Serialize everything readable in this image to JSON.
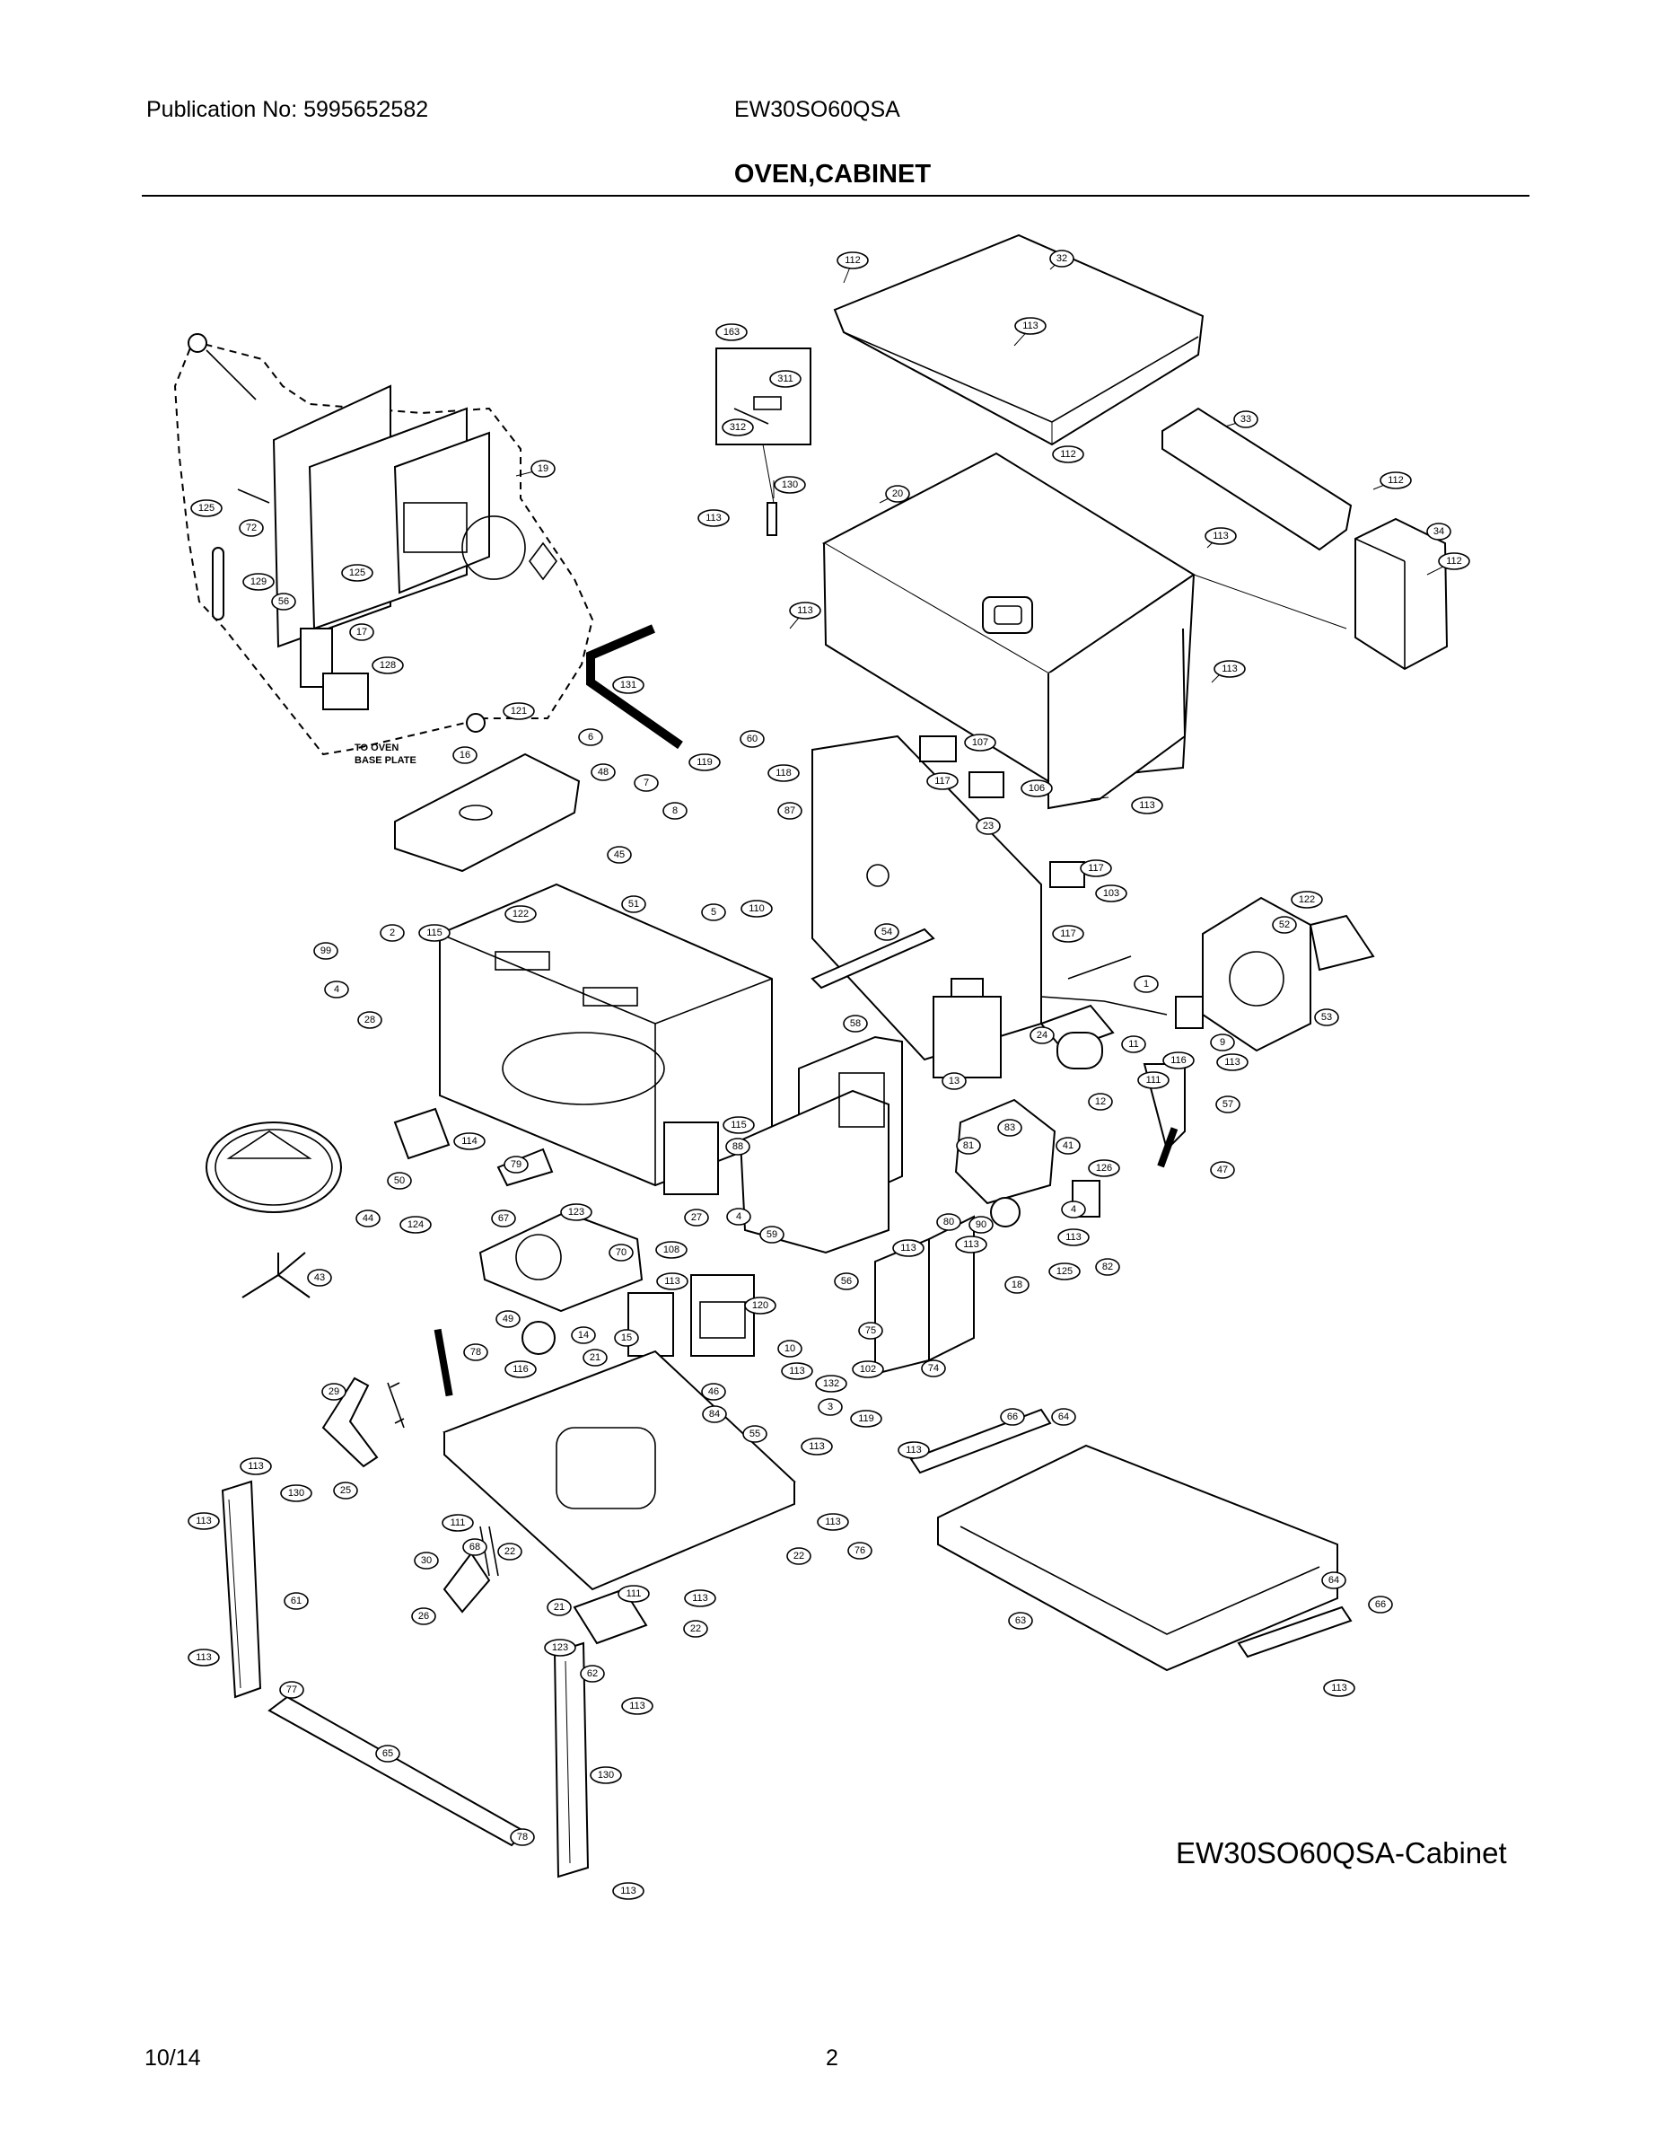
{
  "header": {
    "publication": "Publication No: 5995652582",
    "model": "EW30SO60QSA",
    "title": "OVEN,CABINET"
  },
  "diagram": {
    "note": "TO OVEN\nBASE PLATE",
    "note_line1": "TO OVEN",
    "note_line2": "BASE PLATE",
    "caption": "EW30SO60QSA-Cabinet",
    "callouts": [
      {
        "id": "c112a",
        "label": "112"
      },
      {
        "id": "c32",
        "label": "32"
      },
      {
        "id": "c163",
        "label": "163"
      },
      {
        "id": "c311",
        "label": "311"
      },
      {
        "id": "c312",
        "label": "312"
      },
      {
        "id": "c113a",
        "label": "113"
      },
      {
        "id": "c112b",
        "label": "112"
      },
      {
        "id": "c33",
        "label": "33"
      },
      {
        "id": "c19",
        "label": "19"
      },
      {
        "id": "c130a",
        "label": "130"
      },
      {
        "id": "c113b",
        "label": "113"
      },
      {
        "id": "c20",
        "label": "20"
      },
      {
        "id": "c112c",
        "label": "112"
      },
      {
        "id": "c34",
        "label": "34"
      },
      {
        "id": "c113c",
        "label": "113"
      },
      {
        "id": "c112d",
        "label": "112"
      },
      {
        "id": "c125a",
        "label": "125"
      },
      {
        "id": "c72",
        "label": "72"
      },
      {
        "id": "c129",
        "label": "129"
      },
      {
        "id": "c125b",
        "label": "125"
      },
      {
        "id": "c56",
        "label": "56"
      },
      {
        "id": "c17",
        "label": "17"
      },
      {
        "id": "c113d",
        "label": "113"
      },
      {
        "id": "c128",
        "label": "128"
      },
      {
        "id": "c131",
        "label": "131"
      },
      {
        "id": "c113e",
        "label": "113"
      },
      {
        "id": "c121",
        "label": "121"
      },
      {
        "id": "c16",
        "label": "16"
      },
      {
        "id": "c6",
        "label": "6"
      },
      {
        "id": "c48",
        "label": "48"
      },
      {
        "id": "c119",
        "label": "119"
      },
      {
        "id": "c60",
        "label": "60"
      },
      {
        "id": "c7",
        "label": "7"
      },
      {
        "id": "c118",
        "label": "118"
      },
      {
        "id": "c8",
        "label": "8"
      },
      {
        "id": "c87",
        "label": "87"
      },
      {
        "id": "c107",
        "label": "107"
      },
      {
        "id": "c117a",
        "label": "117"
      },
      {
        "id": "c106",
        "label": "106"
      },
      {
        "id": "c113f",
        "label": "113"
      },
      {
        "id": "c23",
        "label": "23"
      },
      {
        "id": "c117b",
        "label": "117"
      },
      {
        "id": "c103",
        "label": "103"
      },
      {
        "id": "c45",
        "label": "45"
      },
      {
        "id": "c51",
        "label": "51"
      },
      {
        "id": "c122a",
        "label": "122"
      },
      {
        "id": "c5",
        "label": "5"
      },
      {
        "id": "c110",
        "label": "110"
      },
      {
        "id": "c54",
        "label": "54"
      },
      {
        "id": "c117c",
        "label": "117"
      },
      {
        "id": "c1",
        "label": "1"
      },
      {
        "id": "c122b",
        "label": "122"
      },
      {
        "id": "c52",
        "label": "52"
      },
      {
        "id": "c53",
        "label": "53"
      },
      {
        "id": "c99",
        "label": "99"
      },
      {
        "id": "c2",
        "label": "2"
      },
      {
        "id": "c115a",
        "label": "115"
      },
      {
        "id": "c4a",
        "label": "4"
      },
      {
        "id": "c28",
        "label": "28"
      },
      {
        "id": "c58",
        "label": "58"
      },
      {
        "id": "c13",
        "label": "13"
      },
      {
        "id": "c24",
        "label": "24"
      },
      {
        "id": "c11",
        "label": "11"
      },
      {
        "id": "c9",
        "label": "9"
      },
      {
        "id": "c116",
        "label": "116"
      },
      {
        "id": "c113g",
        "label": "113"
      },
      {
        "id": "c111a",
        "label": "111"
      },
      {
        "id": "c12",
        "label": "12"
      },
      {
        "id": "c57",
        "label": "57"
      },
      {
        "id": "c114",
        "label": "114"
      },
      {
        "id": "c115b",
        "label": "115"
      },
      {
        "id": "c88",
        "label": "88"
      },
      {
        "id": "c81",
        "label": "81"
      },
      {
        "id": "c83",
        "label": "83"
      },
      {
        "id": "c41",
        "label": "41"
      },
      {
        "id": "c79",
        "label": "79"
      },
      {
        "id": "c50",
        "label": "50"
      },
      {
        "id": "c126",
        "label": "126"
      },
      {
        "id": "c47",
        "label": "47"
      },
      {
        "id": "c44",
        "label": "44"
      },
      {
        "id": "c67",
        "label": "67"
      },
      {
        "id": "c123a",
        "label": "123"
      },
      {
        "id": "c124",
        "label": "124"
      },
      {
        "id": "c27",
        "label": "27"
      },
      {
        "id": "c4b",
        "label": "4"
      },
      {
        "id": "c59",
        "label": "59"
      },
      {
        "id": "c80",
        "label": "80"
      },
      {
        "id": "c90",
        "label": "90"
      },
      {
        "id": "c4c",
        "label": "4"
      },
      {
        "id": "c113h",
        "label": "113"
      },
      {
        "id": "c82",
        "label": "82"
      },
      {
        "id": "c70",
        "label": "70"
      },
      {
        "id": "c108",
        "label": "108"
      },
      {
        "id": "c113i",
        "label": "113"
      },
      {
        "id": "c113j",
        "label": "113"
      },
      {
        "id": "c18",
        "label": "18"
      },
      {
        "id": "c125c",
        "label": "125"
      },
      {
        "id": "c43",
        "label": "43"
      },
      {
        "id": "c56b",
        "label": "56"
      },
      {
        "id": "c113k",
        "label": "113"
      },
      {
        "id": "c120",
        "label": "120"
      },
      {
        "id": "c49",
        "label": "49"
      },
      {
        "id": "c14",
        "label": "14"
      },
      {
        "id": "c15",
        "label": "15"
      },
      {
        "id": "c10",
        "label": "10"
      },
      {
        "id": "c75",
        "label": "75"
      },
      {
        "id": "c74",
        "label": "74"
      },
      {
        "id": "c78a",
        "label": "78"
      },
      {
        "id": "c116b",
        "label": "116"
      },
      {
        "id": "c21a",
        "label": "21"
      },
      {
        "id": "c102",
        "label": "102"
      },
      {
        "id": "c113l",
        "label": "113"
      },
      {
        "id": "c132",
        "label": "132"
      },
      {
        "id": "c29",
        "label": "29"
      },
      {
        "id": "c46",
        "label": "46"
      },
      {
        "id": "c3",
        "label": "3"
      },
      {
        "id": "c119b",
        "label": "119"
      },
      {
        "id": "c84",
        "label": "84"
      },
      {
        "id": "c55",
        "label": "55"
      },
      {
        "id": "c113m",
        "label": "113"
      },
      {
        "id": "c66a",
        "label": "66"
      },
      {
        "id": "c64a",
        "label": "64"
      },
      {
        "id": "c113n",
        "label": "113"
      },
      {
        "id": "c25",
        "label": "25"
      },
      {
        "id": "c113o",
        "label": "113"
      },
      {
        "id": "c130b",
        "label": "130"
      },
      {
        "id": "c113p",
        "label": "113"
      },
      {
        "id": "c111b",
        "label": "111"
      },
      {
        "id": "c113q",
        "label": "113"
      },
      {
        "id": "c68",
        "label": "68"
      },
      {
        "id": "c30",
        "label": "30"
      },
      {
        "id": "c22a",
        "label": "22"
      },
      {
        "id": "c22b",
        "label": "22"
      },
      {
        "id": "c76",
        "label": "76"
      },
      {
        "id": "c61",
        "label": "61"
      },
      {
        "id": "c26",
        "label": "26"
      },
      {
        "id": "c111c",
        "label": "111"
      },
      {
        "id": "c21b",
        "label": "21"
      },
      {
        "id": "c113r",
        "label": "113"
      },
      {
        "id": "c22c",
        "label": "22"
      },
      {
        "id": "c64b",
        "label": "64"
      },
      {
        "id": "c66b",
        "label": "66"
      },
      {
        "id": "c63",
        "label": "63"
      },
      {
        "id": "c123b",
        "label": "123"
      },
      {
        "id": "c113s",
        "label": "113"
      },
      {
        "id": "c62",
        "label": "62"
      },
      {
        "id": "c113t",
        "label": "113"
      },
      {
        "id": "c77",
        "label": "77"
      },
      {
        "id": "c113u",
        "label": "113"
      },
      {
        "id": "c65",
        "label": "65"
      },
      {
        "id": "c130c",
        "label": "130"
      },
      {
        "id": "c78b",
        "label": "78"
      },
      {
        "id": "c113v",
        "label": "113"
      }
    ]
  },
  "footer": {
    "date": "10/14",
    "page": "2"
  }
}
